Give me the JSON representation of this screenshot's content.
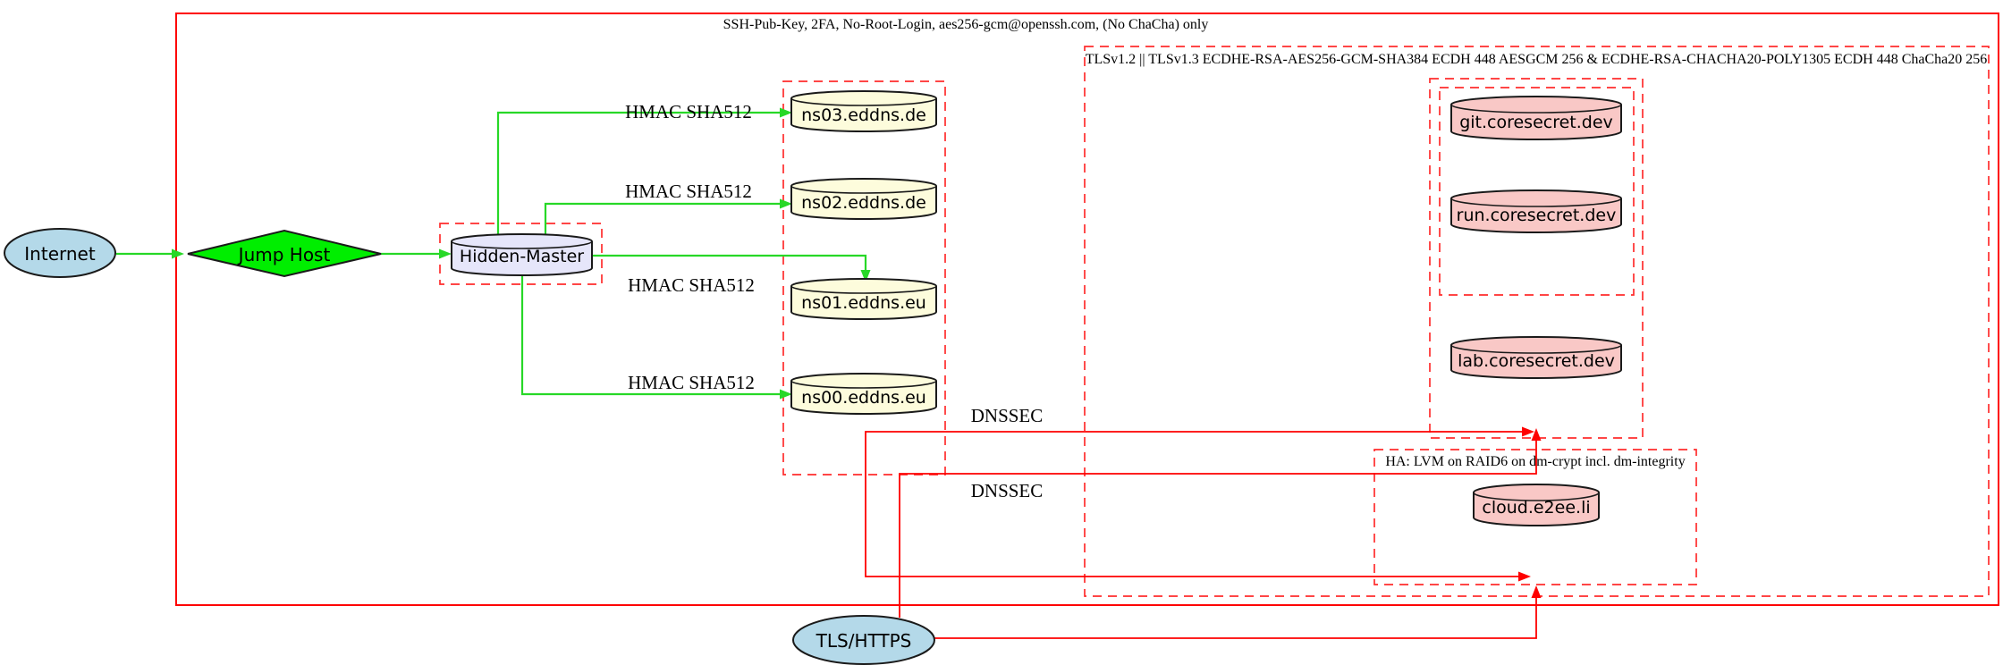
{
  "clusters": {
    "ssh": {
      "label": "SSH-Pub-Key, 2FA, No-Root-Login, aes256-gcm@openssh.com, (No ChaCha) only"
    },
    "tls": {
      "label": "TLSv1.2 || TLSv1.3 ECDHE-RSA-AES256-GCM-SHA384 ECDH 448 AESGCM 256 & ECDHE-RSA-CHACHA20-POLY1305 ECDH 448 ChaCha20 256"
    },
    "ha": {
      "label": "HA: LVM on RAID6 on dm-crypt incl. dm-integrity"
    }
  },
  "nodes": {
    "internet": {
      "label": "Internet"
    },
    "jump_host": {
      "label": "Jump Host"
    },
    "hidden_master": {
      "label": "Hidden-Master"
    },
    "ns03": {
      "label": "ns03.eddns.de"
    },
    "ns02": {
      "label": "ns02.eddns.de"
    },
    "ns01": {
      "label": "ns01.eddns.eu"
    },
    "ns00": {
      "label": "ns00.eddns.eu"
    },
    "git": {
      "label": "git.coresecret.dev"
    },
    "run": {
      "label": "run.coresecret.dev"
    },
    "lab": {
      "label": "lab.coresecret.dev"
    },
    "cloud": {
      "label": "cloud.e2ee.li"
    },
    "tls_https": {
      "label": "TLS/HTTPS"
    }
  },
  "edge_labels": {
    "hmac": "HMAC SHA512",
    "dnssec": "DNSSEC"
  },
  "colors": {
    "red": "#fe0000",
    "dashed_red": "#ff2d2d",
    "green_edge": "#27d827",
    "diamond_green": "#00ee00",
    "lightblue": "#b4d9e9",
    "lightyellow": "#fdfcdc",
    "pink": "#f9c8c6",
    "lavender": "#e6e6fa"
  }
}
